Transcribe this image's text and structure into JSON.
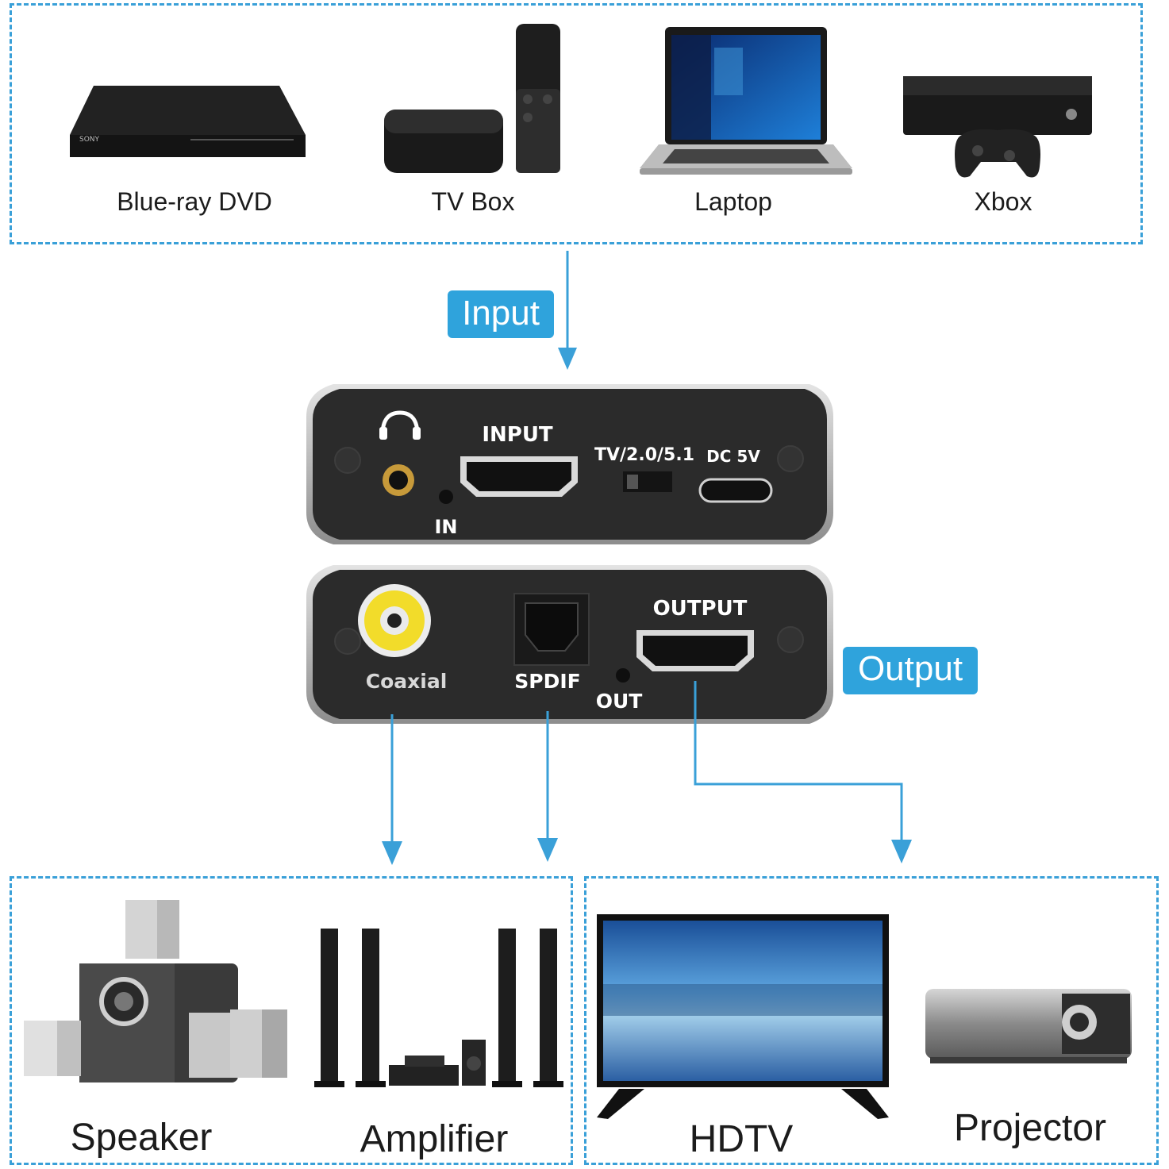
{
  "sources": {
    "items": [
      {
        "label": "Blue-ray DVD",
        "icon": "dvd-player-icon"
      },
      {
        "label": "TV Box",
        "icon": "tv-box-icon"
      },
      {
        "label": "Laptop",
        "icon": "laptop-icon"
      },
      {
        "label": "Xbox",
        "icon": "xbox-icon"
      }
    ]
  },
  "input_badge": "Input",
  "output_badge": "Output",
  "top_panel": {
    "input_label": "INPUT",
    "switch_label": "TV/2.0/5.1",
    "power_label": "DC 5V",
    "in_label": "IN",
    "headphone_icon": "headphone-icon"
  },
  "bottom_panel": {
    "coaxial_label": "Coaxial",
    "spdif_label": "SPDIF",
    "output_label": "OUTPUT",
    "out_label": "OUT"
  },
  "audio_outputs": {
    "items": [
      {
        "label": "Speaker",
        "icon": "speaker-system-icon"
      },
      {
        "label": "Amplifier",
        "icon": "amplifier-system-icon"
      }
    ]
  },
  "video_outputs": {
    "items": [
      {
        "label": "HDTV",
        "icon": "hdtv-icon"
      },
      {
        "label": "Projector",
        "icon": "projector-icon"
      }
    ]
  },
  "colors": {
    "accent": "#2fa3dc",
    "device_body": "#2b2b2b",
    "coaxial_ring": "#f2dc2a"
  }
}
